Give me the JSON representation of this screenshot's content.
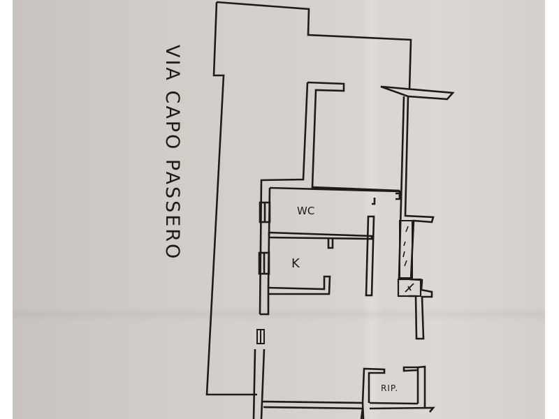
{
  "document": {
    "type": "floor-plan",
    "street_label": "VIA CAPO PASSERO",
    "rooms": [
      {
        "id": "wc",
        "label": "WC"
      },
      {
        "id": "kitchen",
        "label": "K"
      },
      {
        "id": "storage",
        "label": "RIP."
      }
    ],
    "colors": {
      "paper": "#d3cec9",
      "ink": "#1e1b19",
      "border": "#ffffff"
    }
  }
}
